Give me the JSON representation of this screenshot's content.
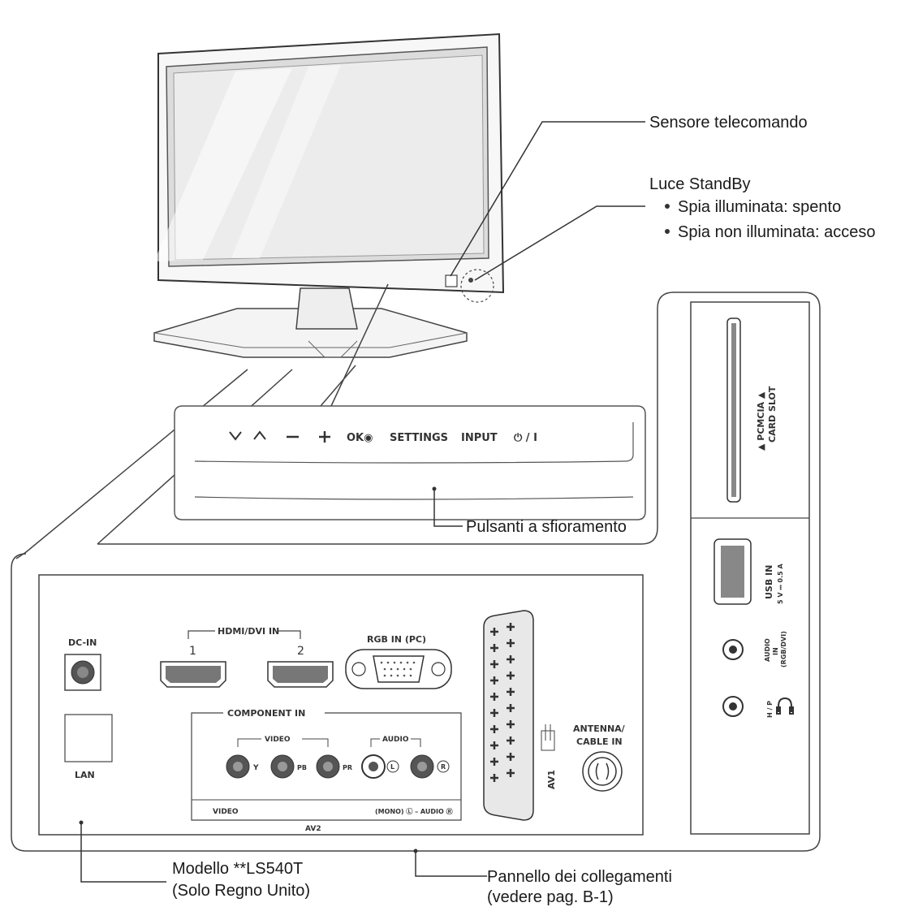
{
  "callouts": {
    "remote_sensor": "Sensore telecomando",
    "standby_title": "Luce StandBy",
    "standby_on": "Spia illuminata: spento",
    "standby_off": "Spia non illuminata: acceso",
    "touch_buttons": "Pulsanti a sfioramento",
    "model_line1": "Modello **LS540T",
    "model_line2": "(Solo Regno Unito)",
    "panel_line1": "Pannello dei collegamenti",
    "panel_line2": "(vedere pag. B-1)"
  },
  "touch_panel": {
    "settings": "SETTINGS",
    "input": "INPUT",
    "ok": "OK◉",
    "power": "⏻ / I"
  },
  "rear_panel": {
    "dc_in": "DC-IN",
    "lan": "LAN",
    "hdmi_title": "HDMI/DVI IN",
    "hdmi_1": "1",
    "hdmi_2": "2",
    "rgb_in": "RGB IN (PC)",
    "component_in": "COMPONENT IN",
    "video_group": "VIDEO",
    "audio_group": "AUDIO",
    "y": "Y",
    "pb": "PB",
    "pr": "PR",
    "l": "L",
    "r": "R",
    "video_bottom": "VIDEO",
    "av2": "AV2",
    "mono_audio": "(MONO) Ⓛ – AUDIO Ⓡ",
    "av1": "AV1",
    "antenna_1": "ANTENNA/",
    "antenna_2": "CABLE IN"
  },
  "side_panel": {
    "pcmcia_1": "▲ PCMCIA ▲",
    "pcmcia_2": "CARD SLOT",
    "usb_in": "USB IN",
    "usb_rating": "5 V ⎓ 0.5 A",
    "audio_in_1": "AUDIO",
    "audio_in_2": "IN",
    "audio_in_3": "(RGB/DVI)",
    "hp": "H / P"
  }
}
